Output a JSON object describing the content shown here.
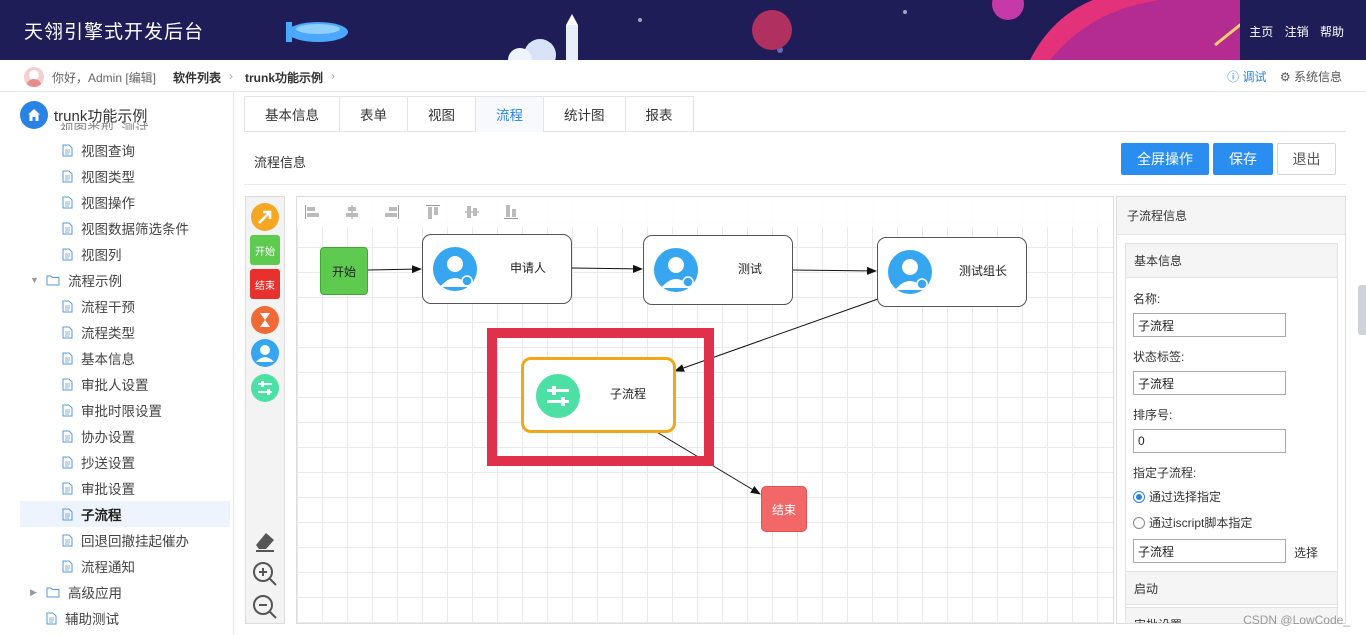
{
  "header": {
    "app_title": "天翎引擎式开发后台",
    "links": [
      "主页",
      "注销",
      "帮助"
    ]
  },
  "breadcrumb": {
    "greeting": "你好，Admin [编辑]",
    "items": [
      "软件列表",
      "trunk功能示例"
    ],
    "debug": "调试",
    "system_info": "系统信息"
  },
  "sidebar": {
    "root": "trunk功能示例",
    "clipped_top": "视图类型_测试",
    "items": [
      {
        "label": "视图查询",
        "type": "file"
      },
      {
        "label": "视图类型",
        "type": "file"
      },
      {
        "label": "视图操作",
        "type": "file"
      },
      {
        "label": "视图数据筛选条件",
        "type": "file"
      },
      {
        "label": "视图列",
        "type": "file"
      },
      {
        "label": "流程示例",
        "type": "folder"
      },
      {
        "label": "流程干预",
        "type": "file"
      },
      {
        "label": "流程类型",
        "type": "file"
      },
      {
        "label": "基本信息",
        "type": "file"
      },
      {
        "label": "审批人设置",
        "type": "file"
      },
      {
        "label": "审批时限设置",
        "type": "file"
      },
      {
        "label": "协办设置",
        "type": "file"
      },
      {
        "label": "抄送设置",
        "type": "file"
      },
      {
        "label": "审批设置",
        "type": "file"
      },
      {
        "label": "子流程",
        "type": "file",
        "active": true
      },
      {
        "label": "回退回撤挂起催办",
        "type": "file"
      },
      {
        "label": "流程通知",
        "type": "file"
      },
      {
        "label": "高级应用",
        "type": "folder-collapsed"
      },
      {
        "label": "辅助测试",
        "type": "file-top"
      }
    ]
  },
  "tabs": [
    {
      "label": "基本信息"
    },
    {
      "label": "表单"
    },
    {
      "label": "视图"
    },
    {
      "label": "流程",
      "active": true
    },
    {
      "label": "统计图"
    },
    {
      "label": "报表"
    }
  ],
  "content": {
    "section_title": "流程信息",
    "buttons": {
      "fullscreen": "全屏操作",
      "save": "保存",
      "exit": "退出"
    }
  },
  "palette": {
    "start": "开始",
    "end": "结束"
  },
  "flow": {
    "start": "开始",
    "applicant": "申请人",
    "test": "测试",
    "test_leader": "测试组长",
    "subflow": "子流程",
    "end": "结束"
  },
  "panel": {
    "title": "子流程信息",
    "group_title": "基本信息",
    "name_label": "名称:",
    "name_value": "子流程",
    "status_label": "状态标签:",
    "status_value": "子流程",
    "order_label": "排序号:",
    "order_value": "0",
    "assign_label": "指定子流程:",
    "radio_select": "通过选择指定",
    "radio_script": "通过iscript脚本指定",
    "subflow_value": "子流程",
    "choose": "选择",
    "start_section": "启动",
    "approve_section": "审批设置"
  },
  "colors": {
    "header_bg": "#1f1d57",
    "accent": "#2a82e4",
    "start_green": "#5ecb50",
    "end_red": "#f26767",
    "highlight_red": "#e0304a",
    "subflow_border": "#f0a818"
  },
  "watermark": "CSDN @LowCode_"
}
